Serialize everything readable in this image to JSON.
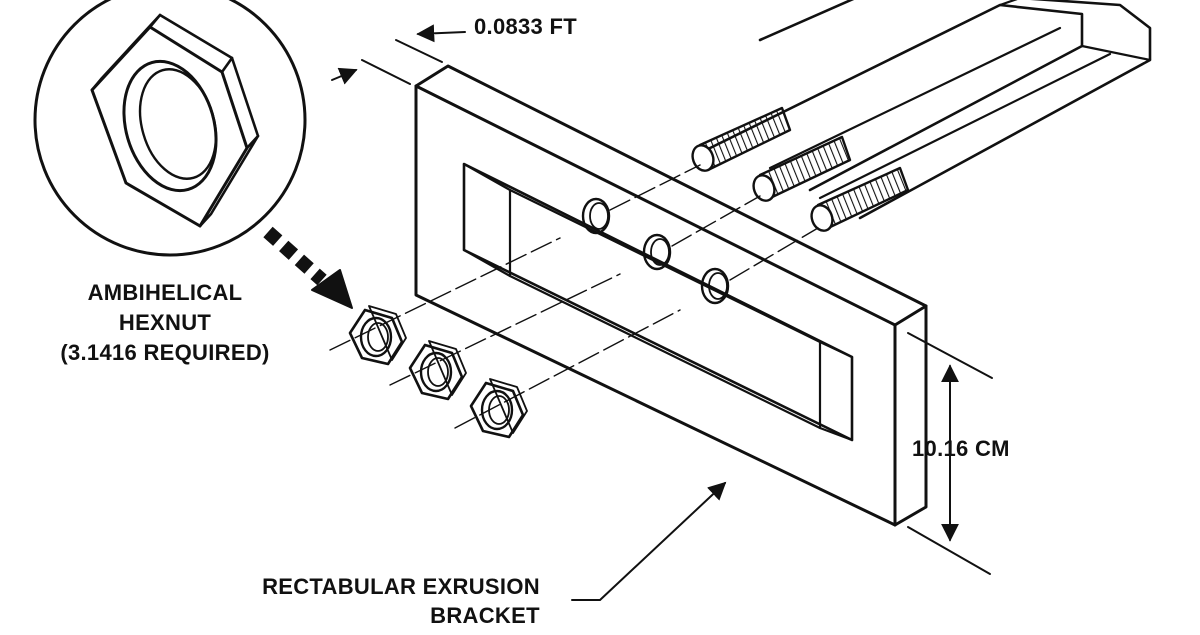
{
  "labels": {
    "thickness_dimension": "0.0833 FT",
    "hexnut_name_line1": "AMBIHELICAL",
    "hexnut_name_line2": "HEXNUT",
    "hexnut_quantity": "(3.1416 REQUIRED)",
    "height_dimension": "10.16 CM",
    "bracket_name_line1": "RECTABULAR EXRUSION",
    "bracket_name_line2": "BRACKET"
  },
  "colors": {
    "ink": "#111111",
    "background": "#ffffff"
  },
  "icons": {
    "magnifier": "magnified-hexnut-icon",
    "pointer": "dashed-arrow-icon"
  }
}
